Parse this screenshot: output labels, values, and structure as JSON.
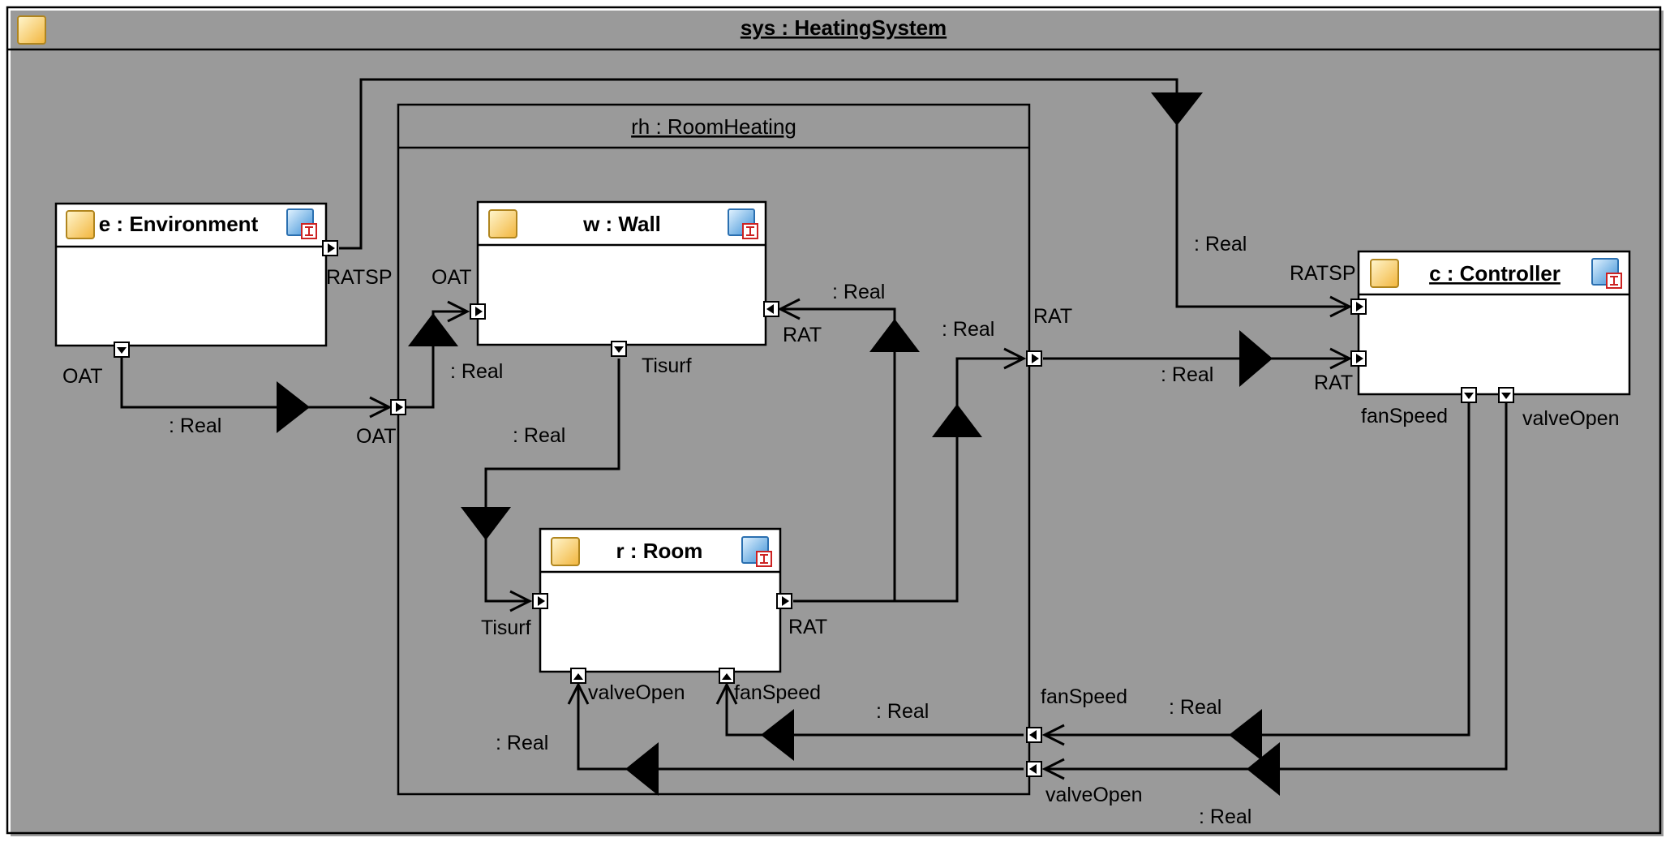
{
  "system": {
    "title": "sys : HeatingSystem"
  },
  "room_heating": {
    "title": "rh : RoomHeating"
  },
  "blocks": {
    "environment": {
      "title": "e : Environment"
    },
    "wall": {
      "title": "w : Wall"
    },
    "room": {
      "title": "r : Room"
    },
    "controller": {
      "title": "c : Controller"
    }
  },
  "ports": {
    "env_ratsp": "RATSP",
    "env_oat": "OAT",
    "rh_oat": "OAT",
    "wall_oat": "OAT",
    "wall_rat": "RAT",
    "wall_tisurf": "Tisurf",
    "room_tisurf": "Tisurf",
    "room_rat": "RAT",
    "room_valveopen": "valveOpen",
    "room_fanspeed": "fanSpeed",
    "rh_rat": "RAT",
    "rh_fanspeed": "fanSpeed",
    "rh_valveopen": "valveOpen",
    "ctrl_ratsp": "RATSP",
    "ctrl_rat": "RAT",
    "ctrl_fanspeed": "fanSpeed",
    "ctrl_valveopen": "valveOpen"
  },
  "flow_type": ": Real",
  "colors": {
    "block_icon": "#f5c24d",
    "diagram_icon": "#3a8fd6",
    "icon_mark": "#cc2222"
  }
}
